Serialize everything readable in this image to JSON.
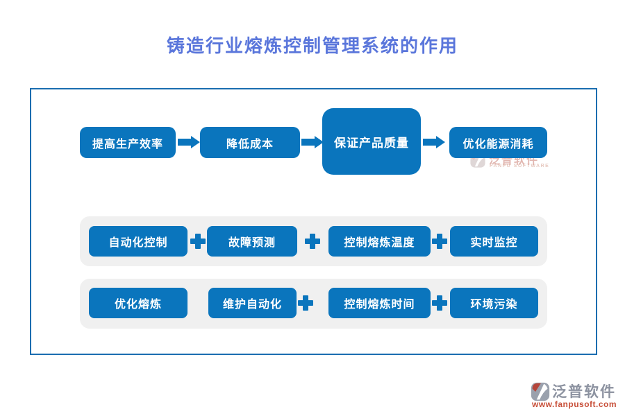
{
  "title": "铸造行业熔炼控制管理系统的作用",
  "flow": {
    "steps": [
      {
        "label": "提高生产效率"
      },
      {
        "label": "降低成本"
      },
      {
        "label": "保证产品质量"
      },
      {
        "label": "优化能源消耗"
      }
    ]
  },
  "feature_rows": {
    "row1": {
      "items": [
        {
          "label": "自动化控制"
        },
        {
          "label": "故障预测"
        },
        {
          "label": "控制熔炼温度"
        },
        {
          "label": "实时监控"
        }
      ]
    },
    "row2": {
      "items": [
        {
          "label": "优化熔炼"
        },
        {
          "label": "维护自动化"
        },
        {
          "label": "控制熔炼时间"
        },
        {
          "label": "环境污染"
        }
      ]
    }
  },
  "watermark": {
    "name": "泛普软件",
    "subtitle": "FANPU SOFTWARE"
  },
  "footer": {
    "brand": "泛普软件",
    "url": "www.fanpusoft.com"
  },
  "colors": {
    "primary_blue": "#0A75BD",
    "frame_blue": "#1A6DB0",
    "title_blue": "#5A76DB",
    "container_gray": "#F0F0F0",
    "brand_gray": "#8C92A0",
    "brand_red": "#C8503A"
  }
}
